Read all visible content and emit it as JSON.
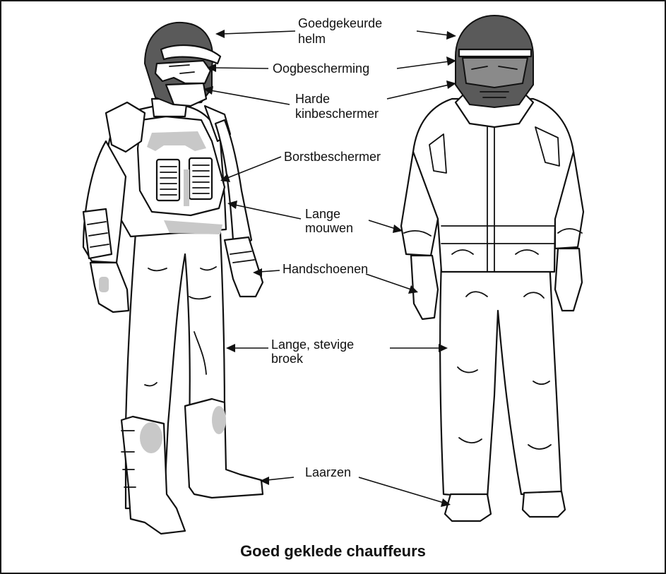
{
  "labels": {
    "helmet_line1": "Goedgekeurde",
    "helmet_line2": "helm",
    "eye": "Oogbescherming",
    "chin_line1": "Harde",
    "chin_line2": "kinbeschermer",
    "chest": "Borstbeschermer",
    "sleeves_line1": "Lange",
    "sleeves_line2": "mouwen",
    "gloves": "Handschoenen",
    "pants_line1": "Lange, stevige",
    "pants_line2": "broek",
    "boots": "Laarzen"
  },
  "caption": "Goed geklede chauffeurs",
  "colors": {
    "line": "#111111",
    "padding_gray": "#c8c8c8",
    "helmet_gray": "#5a5a5a"
  }
}
